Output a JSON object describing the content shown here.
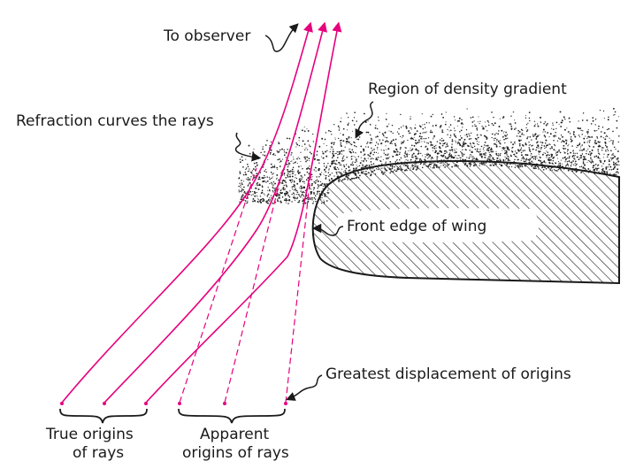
{
  "labels": {
    "to_observer": "To observer",
    "region": "Region of density gradient",
    "refraction": "Refraction curves the rays",
    "front_edge": "Front edge of wing",
    "greatest": "Greatest displacement of origins",
    "true_origins_line1": "True origins",
    "true_origins_line2": "of rays",
    "apparent_line1": "Apparent",
    "apparent_line2": "origins of rays"
  },
  "colors": {
    "ray": "#e6007e",
    "ink": "#1a1a1a",
    "hatch": "#2a2a2a",
    "stipple": "#222222"
  }
}
